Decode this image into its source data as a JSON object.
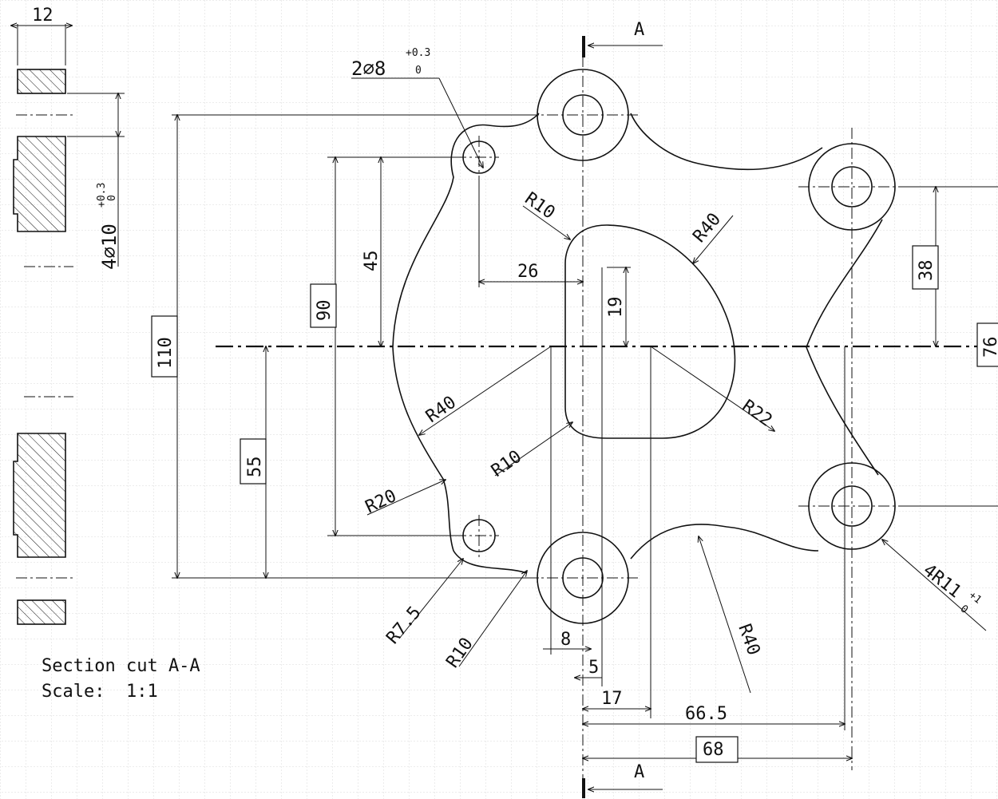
{
  "drawing": {
    "section_label_top": "A",
    "section_label_bottom": "A",
    "note_title": "Section cut A-A",
    "note_scale": "Scale:  1:1"
  },
  "dims": {
    "d12": "12",
    "hole_small_qty": "2∅8",
    "hole_small_tol_upper": "+0.3",
    "hole_small_tol_lower": "0",
    "hole_big_qty": "4∅10",
    "hole_big_tol_upper": "+0.3",
    "hole_big_tol_lower": "0",
    "d110": "110",
    "d90": "90",
    "d45": "45",
    "d55": "55",
    "d26": "26",
    "d19": "19",
    "d38": "38",
    "d76": "76",
    "d8": "8",
    "d5": "5",
    "d17": "17",
    "d66_5": "66.5",
    "d68": "68",
    "r10_top": "R10",
    "r40_top": "R40",
    "r40_left": "R40",
    "r22": "R22",
    "r10_mid": "R10",
    "r20": "R20",
    "r7_5": "R7.5",
    "r10_bottom": "R10",
    "r40_bottom": "R40",
    "r11_qty": "4R11",
    "r11_tol_upper": "+1",
    "r11_tol_lower": "0"
  }
}
